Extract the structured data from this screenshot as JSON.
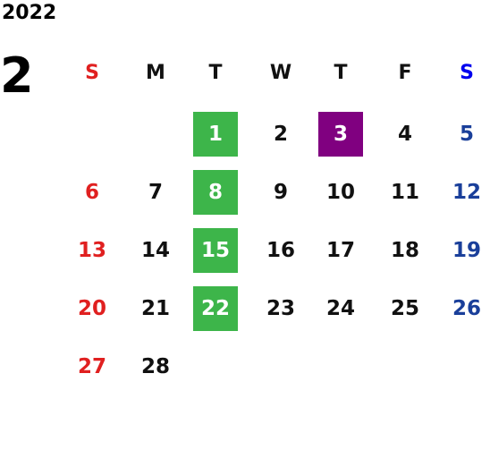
{
  "year": "2022",
  "month": "2",
  "weekdays": [
    "S",
    "M",
    "T",
    "W",
    "T",
    "F",
    "S"
  ],
  "colors": {
    "sunday": "#e02020",
    "saturday": "#1a3f9a",
    "saturday_header": "#0000ee",
    "weekday": "#111111",
    "highlight_green": "#3db54a",
    "highlight_purple": "#800080"
  },
  "weeks": [
    [
      null,
      null,
      {
        "d": "1",
        "hl": "green"
      },
      {
        "d": "2"
      },
      {
        "d": "3",
        "hl": "purple"
      },
      {
        "d": "4"
      },
      {
        "d": "5"
      }
    ],
    [
      {
        "d": "6"
      },
      {
        "d": "7"
      },
      {
        "d": "8",
        "hl": "green"
      },
      {
        "d": "9"
      },
      {
        "d": "10"
      },
      {
        "d": "11"
      },
      {
        "d": "12"
      }
    ],
    [
      {
        "d": "13"
      },
      {
        "d": "14"
      },
      {
        "d": "15",
        "hl": "green"
      },
      {
        "d": "16"
      },
      {
        "d": "17"
      },
      {
        "d": "18"
      },
      {
        "d": "19"
      }
    ],
    [
      {
        "d": "20"
      },
      {
        "d": "21"
      },
      {
        "d": "22",
        "hl": "green"
      },
      {
        "d": "23"
      },
      {
        "d": "24"
      },
      {
        "d": "25"
      },
      {
        "d": "26"
      }
    ],
    [
      {
        "d": "27"
      },
      {
        "d": "28"
      },
      null,
      null,
      null,
      null,
      null
    ]
  ]
}
